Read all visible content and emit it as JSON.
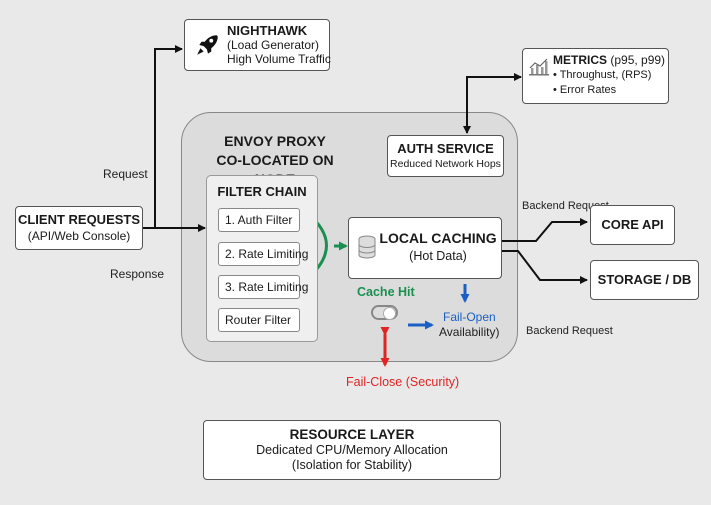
{
  "nighthawk": {
    "title": "NIGHTHAWK",
    "line1": "(Load Generator)",
    "line2": "High Volume Traffic",
    "icon": "rocket-icon"
  },
  "metrics": {
    "title": "METRICS",
    "title_suffix": "(p95, p99)",
    "bullets": [
      "• Throughust, (RPS)",
      "• Error Rates"
    ],
    "icon": "chart-icon"
  },
  "envoy": {
    "title_line1": "ENVOY PROXY",
    "title_line2": "CO-LOCATED ON NODE"
  },
  "auth_service": {
    "title": "AUTH SERVICE",
    "subtitle": "Reduced Network Hops"
  },
  "client": {
    "title": "CLIENT REQUESTS",
    "subtitle": "(API/Web Console)"
  },
  "filter_chain": {
    "title": "FILTER CHAIN",
    "filters": [
      "1. Auth Filter",
      "2. Rate Limiting",
      "3. Rate Limiting",
      "Router Filter"
    ]
  },
  "local_caching": {
    "title": "LOCAL CACHING",
    "subtitle": "(Hot Data)",
    "icon": "database-icon"
  },
  "core_api": {
    "title": "CORE API"
  },
  "storage": {
    "title": "STORAGE / DB"
  },
  "labels": {
    "request": "Request",
    "response": "Response",
    "backend_request_top": "Backend Request",
    "backend_request_bottom": "Backend Request",
    "cache_hit": "Cache Hit",
    "fail_open": "Fail-Open",
    "availability": "Availability)",
    "fail_close": "Fail-Close (Security)"
  },
  "resource_layer": {
    "title": "RESOURCE LAYER",
    "line1": "Dedicated CPU/Memory Allocation",
    "line2": "(Isolation for Stability)"
  },
  "colors": {
    "green": "#1a8f4f",
    "blue": "#1a5fc4",
    "red": "#e02424"
  }
}
